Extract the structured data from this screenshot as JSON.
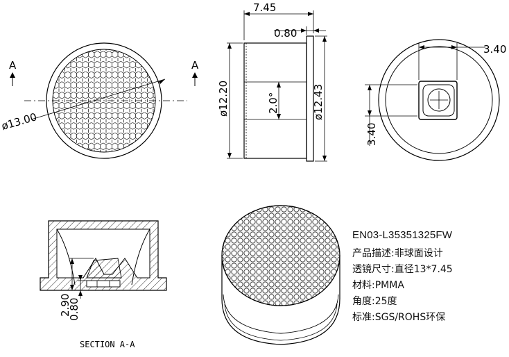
{
  "dimensions": {
    "total_length": "7.45",
    "flange_thickness": "0.80",
    "square_width": "3.40",
    "square_height": "3.40",
    "outer_diameter": "ø13.00",
    "lens_diameter": "ø12.20",
    "flange_diameter": "ø12.43",
    "draft_angle": "2.0°",
    "section_height": "2.90",
    "section_step": "0.80"
  },
  "section_marks": {
    "left": "A",
    "right": "A"
  },
  "section_caption": "SECTION A-A",
  "product": {
    "model": "EN03-L35351325FW",
    "description": "产品描述:非球面设计",
    "size": "透镜尺寸:直径13*7.45",
    "material": "材料:PMMA",
    "angle": "角度:25度",
    "standard": "标准:SGS/ROHS环保"
  }
}
